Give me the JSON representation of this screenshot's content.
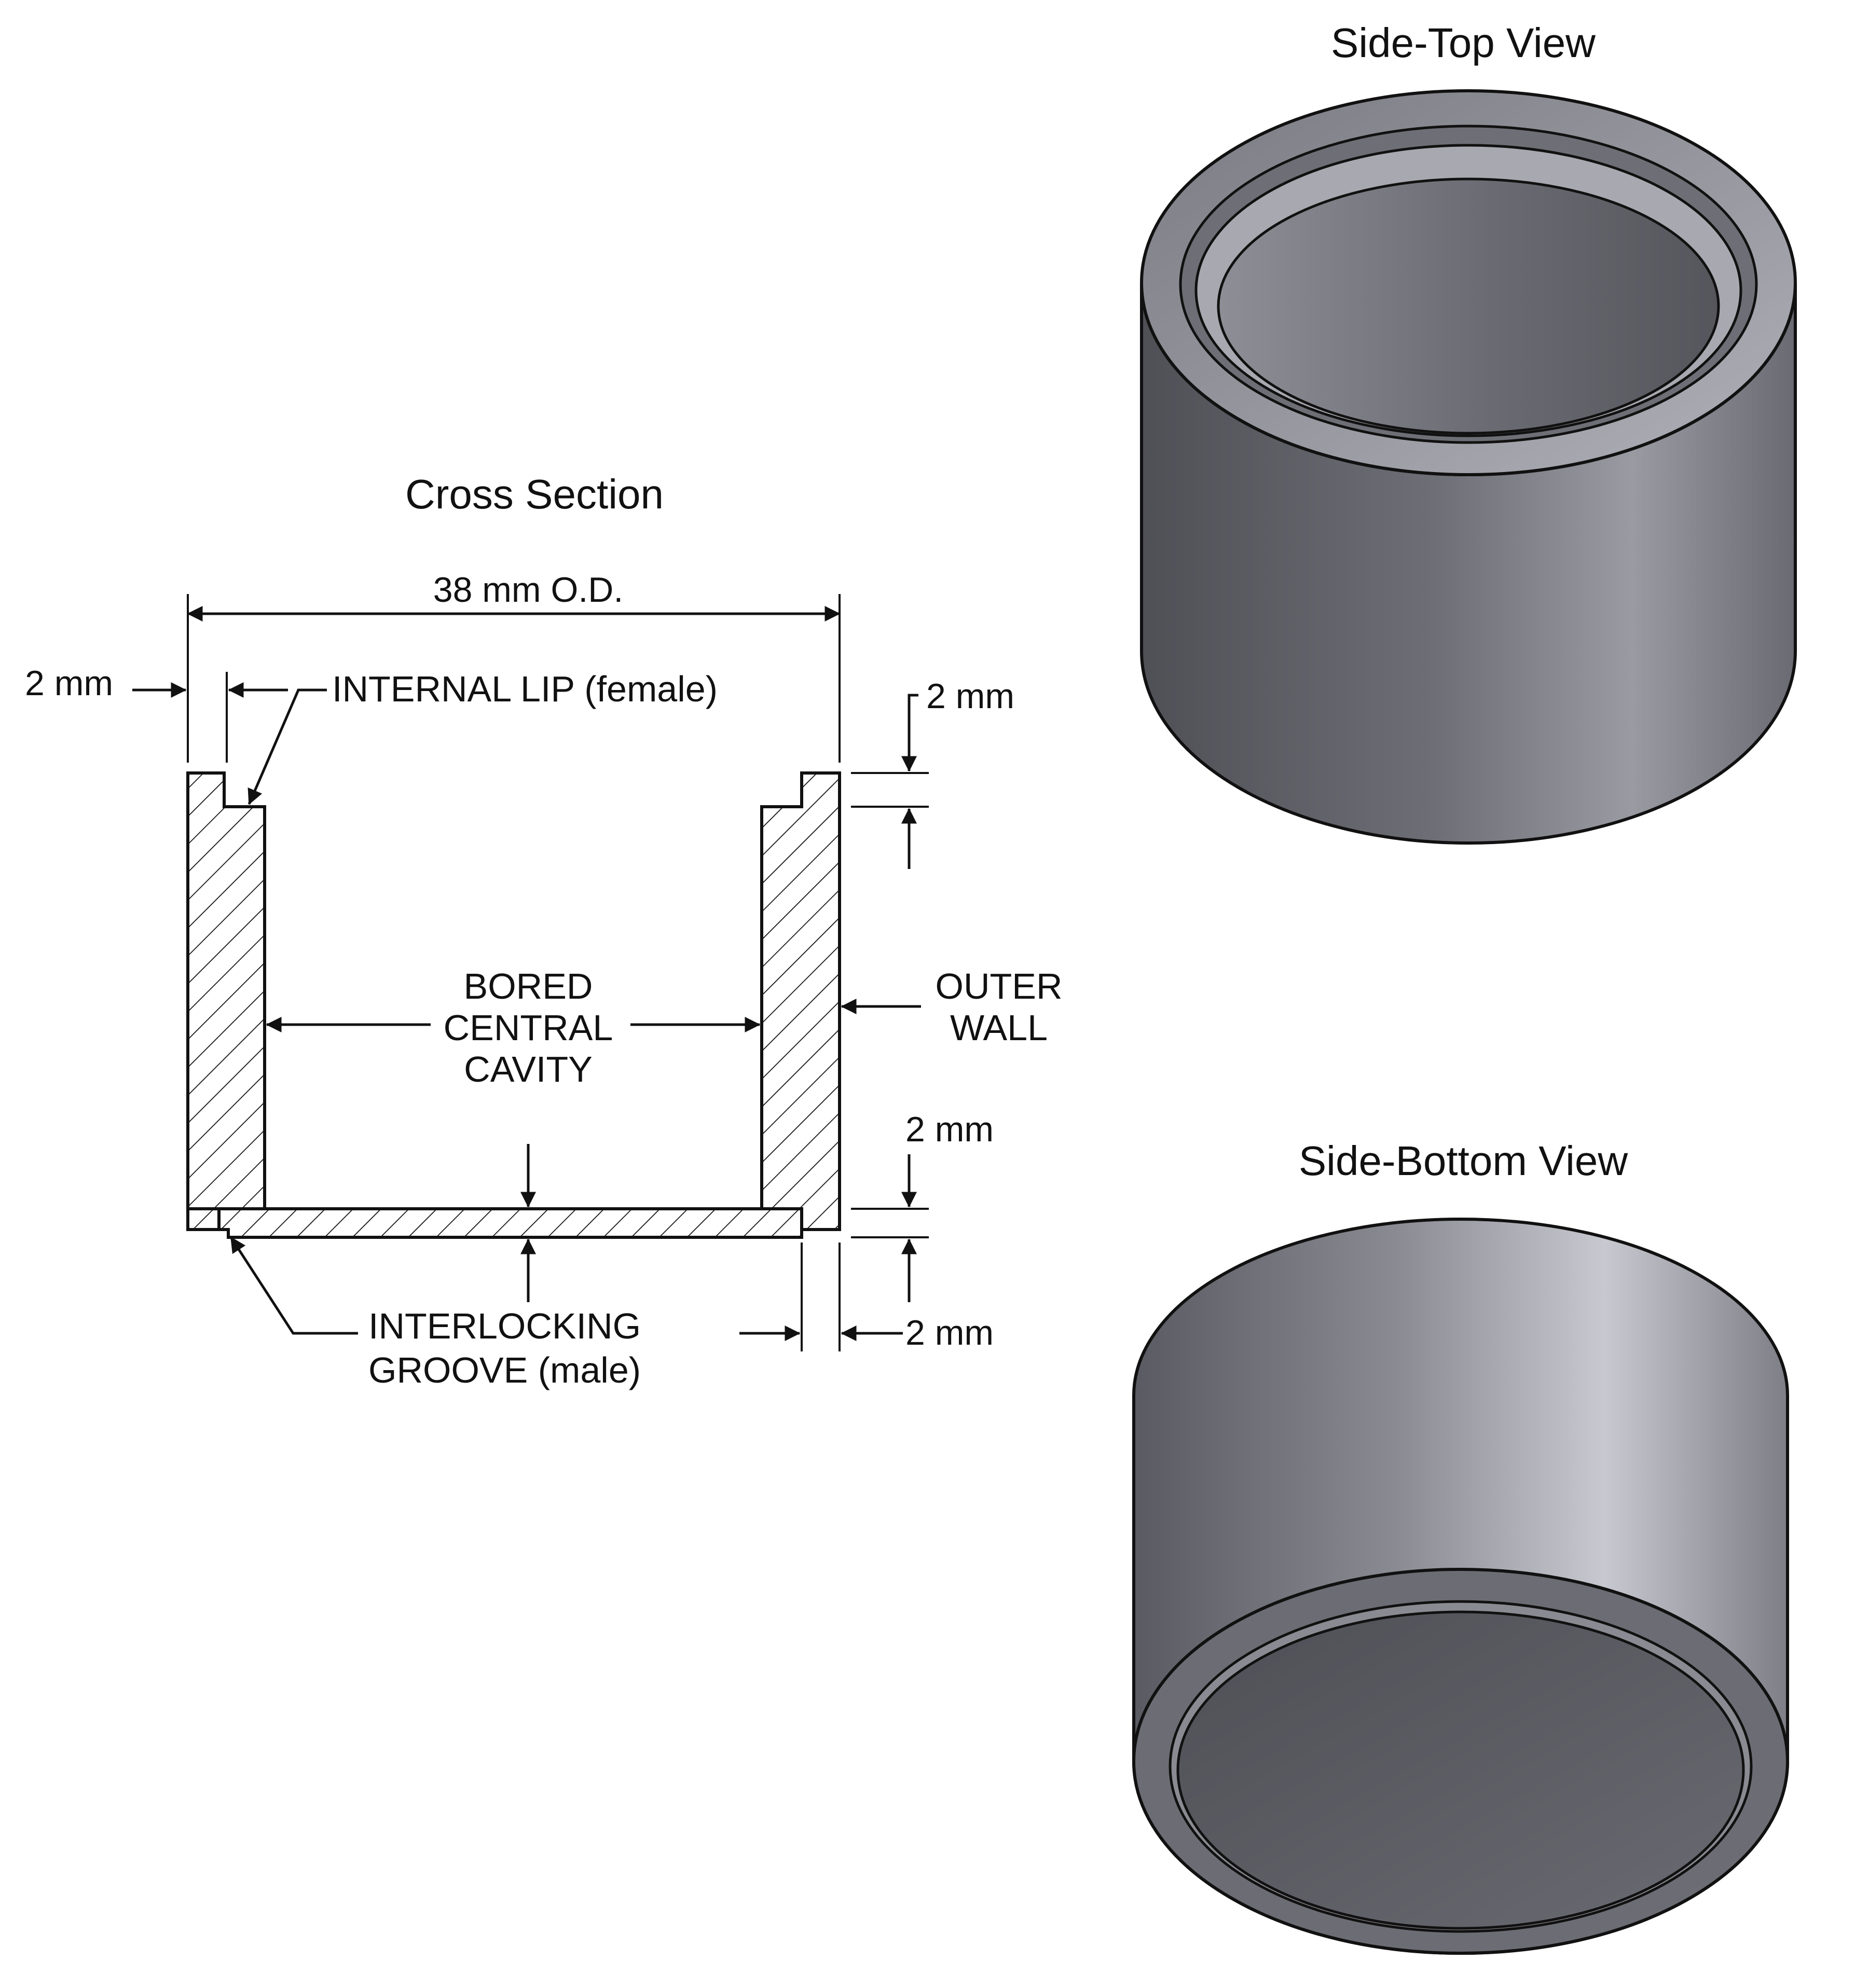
{
  "titles": {
    "cross_section": "Cross Section",
    "side_top_view": "Side-Top View",
    "side_bottom_view": "Side-Bottom View"
  },
  "dimensions": {
    "outer_diameter": "38 mm O.D.",
    "lip_width": "2 mm",
    "lip_depth": "2 mm",
    "base_thickness": "2 mm",
    "groove_step": "2 mm"
  },
  "callouts": {
    "internal_lip": "INTERNAL LIP (female)",
    "bored_central_cavity": [
      "BORED",
      "CENTRAL",
      "CAVITY"
    ],
    "outer_wall": [
      "OUTER",
      "WALL"
    ],
    "interlocking_groove": [
      "INTERLOCKING",
      "GROOVE (male)"
    ]
  },
  "colors": {
    "ink": "#111111",
    "metal_dark": "#55555c",
    "metal_mid": "#8a8a92",
    "metal_light": "#c4c4cc"
  }
}
